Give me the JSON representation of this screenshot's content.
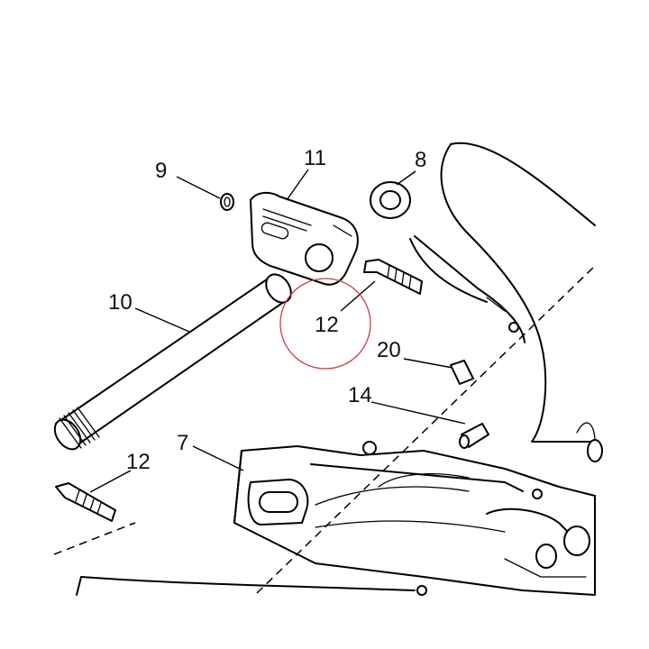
{
  "callouts": {
    "c7": "7",
    "c8": "8",
    "c9": "9",
    "c10": "10",
    "c11": "11",
    "c12_upper": "12",
    "c12_lower": "12",
    "c14": "14",
    "c20": "20"
  },
  "highlight_color": "#c0404a"
}
